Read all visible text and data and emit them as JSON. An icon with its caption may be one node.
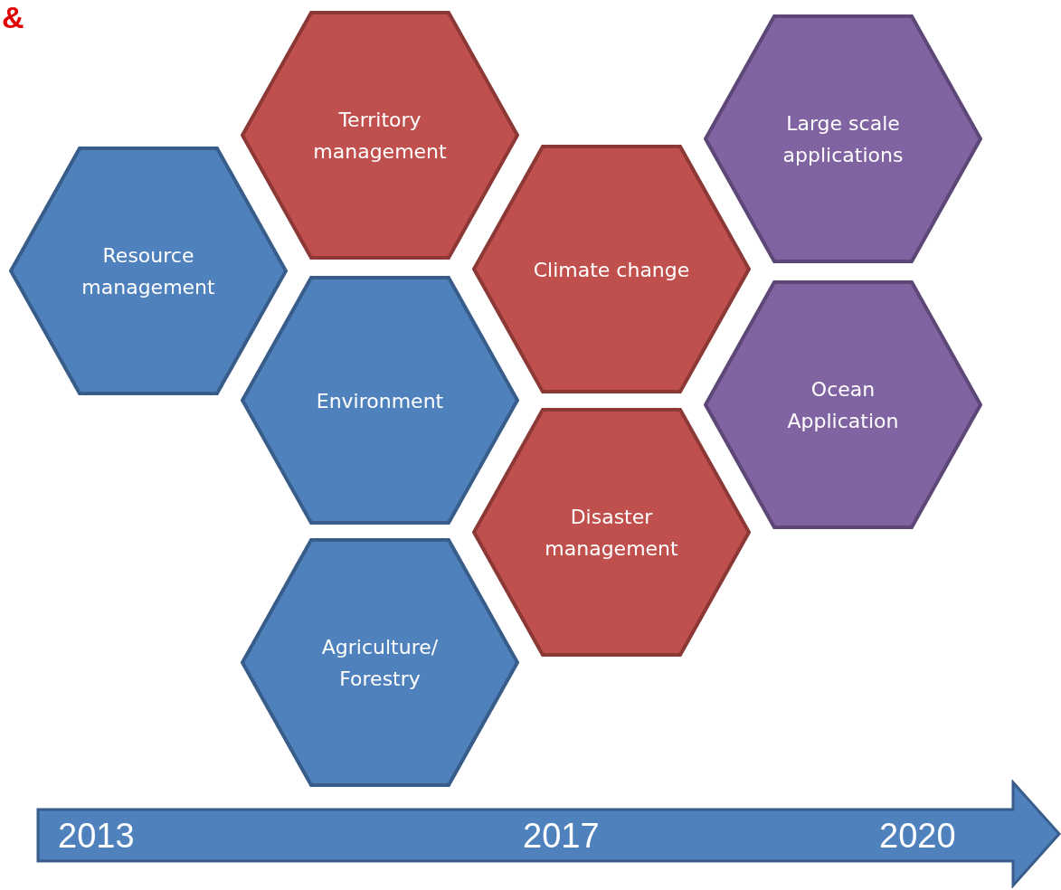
{
  "diagram": {
    "nodes": [
      {
        "text": [
          "Territory management"
        ]
      },
      {
        "text": [
          "Large scale applications"
        ]
      },
      {
        "text": [
          "Resource management"
        ]
      },
      {
        "text": [
          "Climate change"
        ]
      },
      {
        "text": [
          "Environment"
        ]
      },
      {
        "text": [
          "Ocean Application"
        ]
      },
      {
        "text": [
          "Disaster management"
        ]
      },
      {
        "text": [
          "Agriculture/ Forestry"
        ]
      },
      {
        "text": [
          "2013",
          "2017",
          "2020"
        ]
      }
    ],
    "edges": [],
    "labels": [
      "&"
    ]
  }
}
